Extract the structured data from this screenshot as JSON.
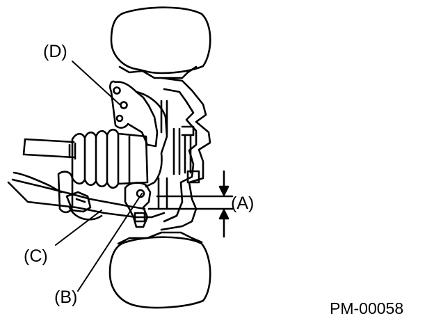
{
  "diagram": {
    "labels": {
      "d": "(D)",
      "a": "(A)",
      "c": "(C)",
      "b": "(B)"
    },
    "figure_code": "PM-00058"
  },
  "colors": {
    "ink": "#000000",
    "paper": "#ffffff"
  }
}
